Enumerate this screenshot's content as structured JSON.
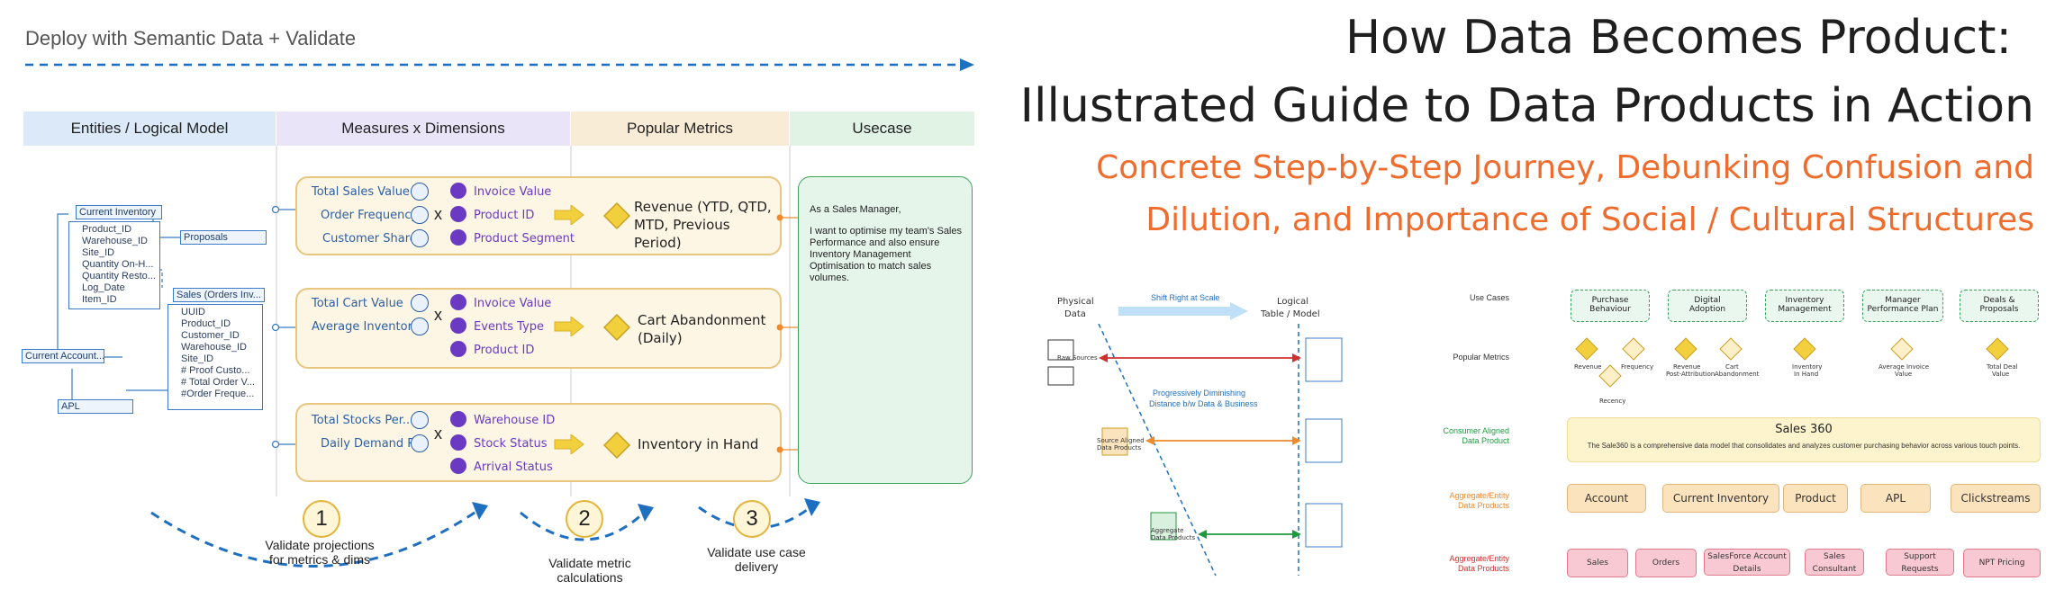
{
  "header": {
    "title_line1": "How Data Becomes Product:",
    "title_line2": "Illustrated Guide to Data Products in Action",
    "subtitle_line1": "Concrete Step-by-Step Journey, Debunking Confusion and",
    "subtitle_line2": "Dilution, and Importance of Social / Cultural Structures"
  },
  "left": {
    "deploy_label": "Deploy with Semantic Data + Validate",
    "columns": [
      "Entities / Logical Model",
      "Measures x Dimensions",
      "Popular Metrics",
      "Usecase"
    ],
    "entities": {
      "current_inventory": {
        "title": "Current Inventory",
        "attrs": [
          "Product_ID",
          "Warehouse_ID",
          "Site_ID",
          "Quantity On-H...",
          "Quantity Resto...",
          "Log_Date",
          "Item_ID"
        ]
      },
      "proposals": {
        "title": "Proposals"
      },
      "sales_orders": {
        "title": "Sales (Orders Inv...",
        "attrs": [
          "UUID",
          "Product_ID",
          "Customer_ID",
          "Warehouse_ID",
          "Site_ID",
          "# Proof Custo...",
          "# Total Order V...",
          "#Order Freque..."
        ]
      },
      "current_account": {
        "title": "Current Account..."
      },
      "apl": {
        "title": "APL"
      }
    },
    "rows": [
      {
        "measures": [
          "Total Sales Value",
          "Order Frequency",
          "Customer Share"
        ],
        "dims": [
          "Invoice Value",
          "Product ID",
          "Product Segment"
        ],
        "metric": "Revenue (YTD, QTD, MTD, Previous Period)"
      },
      {
        "measures": [
          "Total Cart Value",
          "Average Inventory"
        ],
        "dims": [
          "Invoice Value",
          "Events Type",
          "Product ID"
        ],
        "metric": "Cart Abandonment (Daily)"
      },
      {
        "measures": [
          "Total Stocks Per...",
          "Daily Demand R..."
        ],
        "dims": [
          "Warehouse ID",
          "Stock Status",
          "Arrival Status"
        ],
        "metric": "Inventory in Hand"
      }
    ],
    "multiply_sign": "x",
    "usecase_text_1": "As a Sales Manager,",
    "usecase_text_2": "I want to optimise my team's Sales Performance and also ensure Inventory Management Optimisation to match sales volumes.",
    "steps": [
      {
        "num": "1",
        "line1": "Validate projections",
        "line2": "for metrics & dims"
      },
      {
        "num": "2",
        "line1": "Validate metric",
        "line2": "calculations"
      },
      {
        "num": "3",
        "line1": "Validate use case",
        "line2": "delivery"
      }
    ]
  },
  "middle": {
    "physical_label_1": "Physical",
    "physical_label_2": "Data",
    "logical_label_1": "Logical",
    "logical_label_2": "Table / Model",
    "shift_right": "Shift Right at Scale",
    "diminishing_1": "Progressively Diminishing",
    "diminishing_2": "Distance b/w Data & Business",
    "raw_sources": "Raw Sources",
    "source_aligned_1": "Source Aligned",
    "source_aligned_2": "Data Products",
    "aggregate_1": "Aggregate",
    "aggregate_2": "Data Products"
  },
  "right": {
    "row_labels": {
      "use_cases": "Use Cases",
      "popular_metrics": "Popular Metrics",
      "consumer_1": "Consumer Aligned",
      "consumer_2": "Data Product",
      "aggregate_1": "Aggregate/Entity",
      "aggregate_2": "Data Products",
      "source_1": "Aggregate/Entity",
      "source_2": "Data Products"
    },
    "use_cases": [
      [
        "Purchase",
        "Behaviour"
      ],
      [
        "Digital",
        "Adoption"
      ],
      [
        "Inventory",
        "Management"
      ],
      [
        "Manager",
        "Performance Plan"
      ],
      [
        "Deals &",
        "Proposals"
      ]
    ],
    "metrics": [
      [
        "Revenue"
      ],
      [
        "Frequency"
      ],
      [
        "Recency"
      ],
      [
        "Revenue",
        "Post-Attribution"
      ],
      [
        "Cart",
        "Abandonment"
      ],
      [
        "Inventory",
        "In Hand"
      ],
      [
        "Average Invoice",
        "Value"
      ],
      [
        "Total Deal",
        "Value"
      ]
    ],
    "sales360_title": "Sales 360",
    "sales360_desc": "The Sale360 is a comprehensive data model that consolidates and analyzes customer purchasing behavior across various touch points.",
    "aggregates": [
      "Account",
      "Current Inventory",
      "Product",
      "APL",
      "Clickstreams"
    ],
    "sources": [
      "Sales",
      "Orders",
      "SalesForce Account Details",
      "Sales Consultant",
      "Support Requests",
      "NPT Pricing"
    ]
  },
  "colors": {
    "accent_orange": "#ef6c2d",
    "flow_blue": "#1f6fc0",
    "metric_yellow": "#f2cf3d",
    "usecase_green": "#3aa35b"
  }
}
